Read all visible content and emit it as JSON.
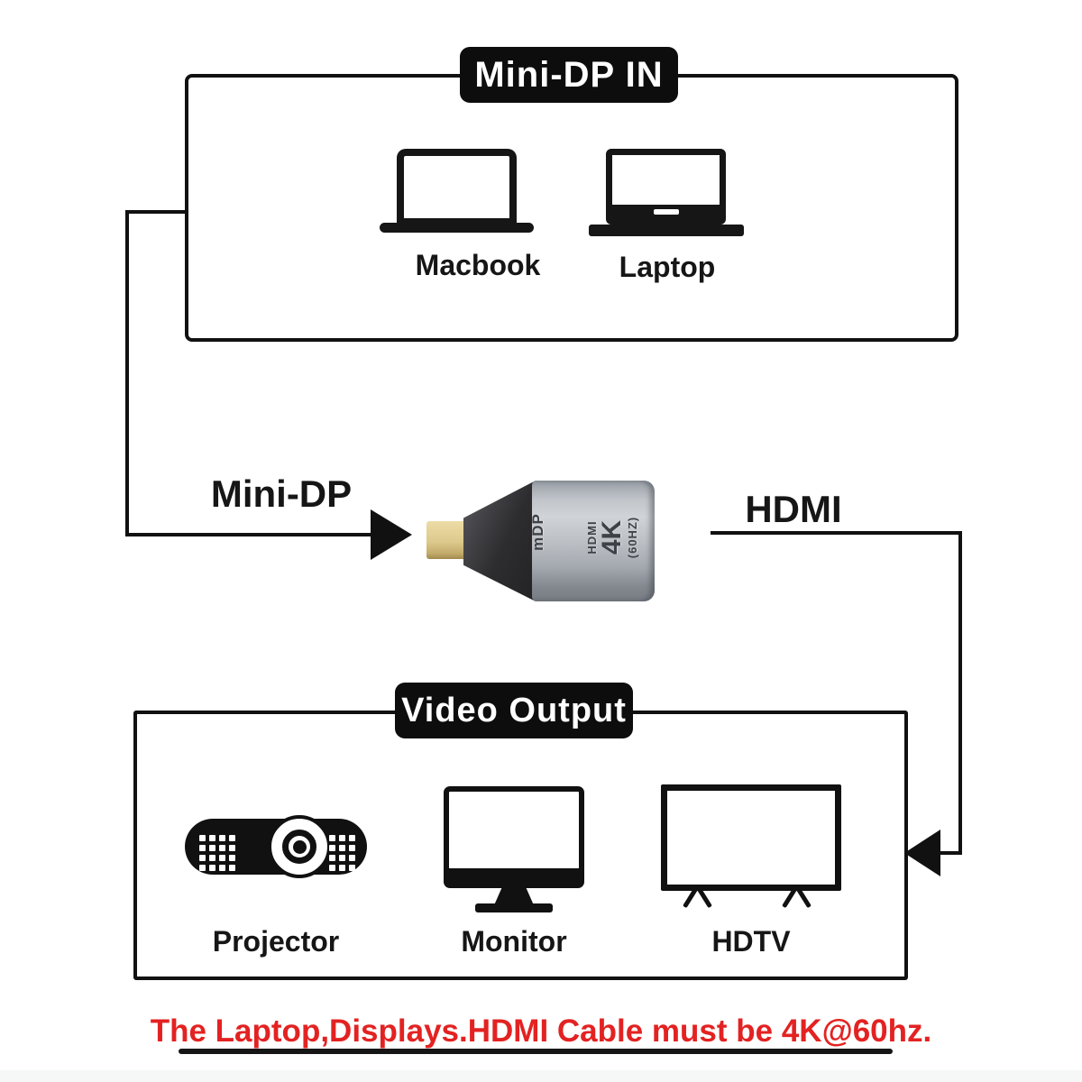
{
  "diagram": {
    "input_group": {
      "title": "Mini-DP IN",
      "devices": [
        {
          "label": "Macbook"
        },
        {
          "label": "Laptop"
        }
      ]
    },
    "connections": {
      "input_label": "Mini-DP",
      "output_label": "HDMI"
    },
    "adapter": {
      "port_label": "mDP",
      "spec_hdmi": "HDMI",
      "spec_4k": "4K",
      "spec_hz": "(60HZ)"
    },
    "output_group": {
      "title": "Video Output",
      "devices": [
        {
          "label": "Projector"
        },
        {
          "label": "Monitor"
        },
        {
          "label": "HDTV"
        }
      ]
    },
    "footnote": "The Laptop,Displays.HDMI Cable must be 4K@60hz."
  },
  "colors": {
    "line": "#111111",
    "label_bg": "#0d0d0d",
    "label_text": "#ffffff",
    "footnote_red": "#e32222",
    "plug_gold": "#d9c584",
    "adapter_body_gray": "#b9bdc2",
    "adapter_funnel_dark": "#39393c"
  }
}
